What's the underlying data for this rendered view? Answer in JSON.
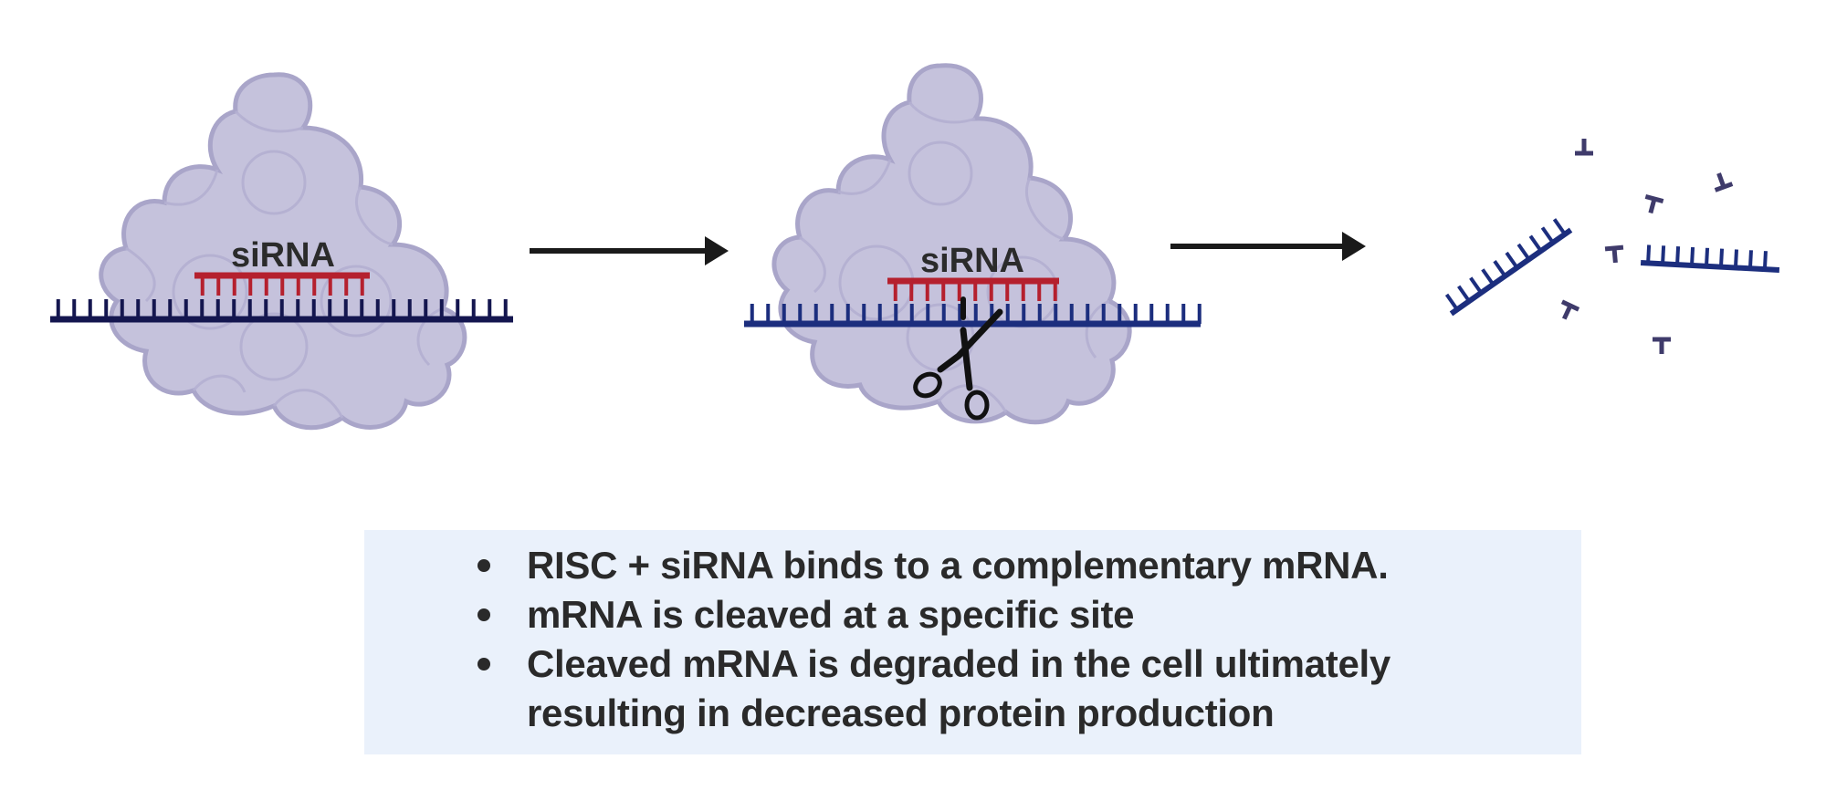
{
  "panels": [
    {
      "label": "siRNA"
    },
    {
      "label": "siRNA"
    }
  ],
  "icons": {
    "risc": "risc-complex-icon",
    "scissors": "scissors-icon",
    "arrow": "right-arrow-icon"
  },
  "colors": {
    "risc_fill": "#c5c2dc",
    "risc_outline": "#a9a5c9",
    "sirna": "#b5202e",
    "mrna_dark": "#14164f",
    "mrna_blue": "#1c2e7e",
    "fragment": "#3f3b6b",
    "caption_bg": "#eaf1fb"
  },
  "caption": {
    "items": [
      {
        "text": "RISC + siRNA binds to a complementary mRNA."
      },
      {
        "text": "mRNA is cleaved at a specific site"
      },
      {
        "text": "Cleaved mRNA is degraded in the cell ultimately resulting in decreased protein production"
      }
    ]
  }
}
